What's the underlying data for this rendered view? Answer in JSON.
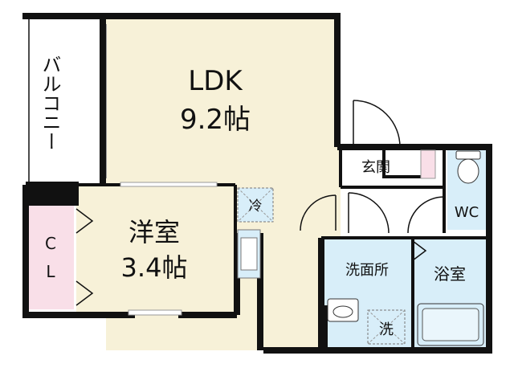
{
  "rooms": {
    "ldk": {
      "name": "LDK",
      "size": "9.2帖"
    },
    "western": {
      "name": "洋室",
      "size": "3.4帖"
    },
    "balcony": {
      "name": "バルコニー"
    },
    "closet": {
      "line1": "C",
      "line2": "L"
    },
    "entrance": {
      "name": "玄関"
    },
    "toilet": {
      "name": "WC"
    },
    "washroom": {
      "name": "洗面所"
    },
    "bathroom": {
      "name": "浴室"
    }
  },
  "fixtures": {
    "fridge": "冷",
    "washer": "洗"
  },
  "colors": {
    "ldk": "#f7f1d8",
    "western": "#f7f1d8",
    "wet_area": "#d8eef9",
    "closet": "#f9dfe8",
    "wall": "#111111"
  }
}
